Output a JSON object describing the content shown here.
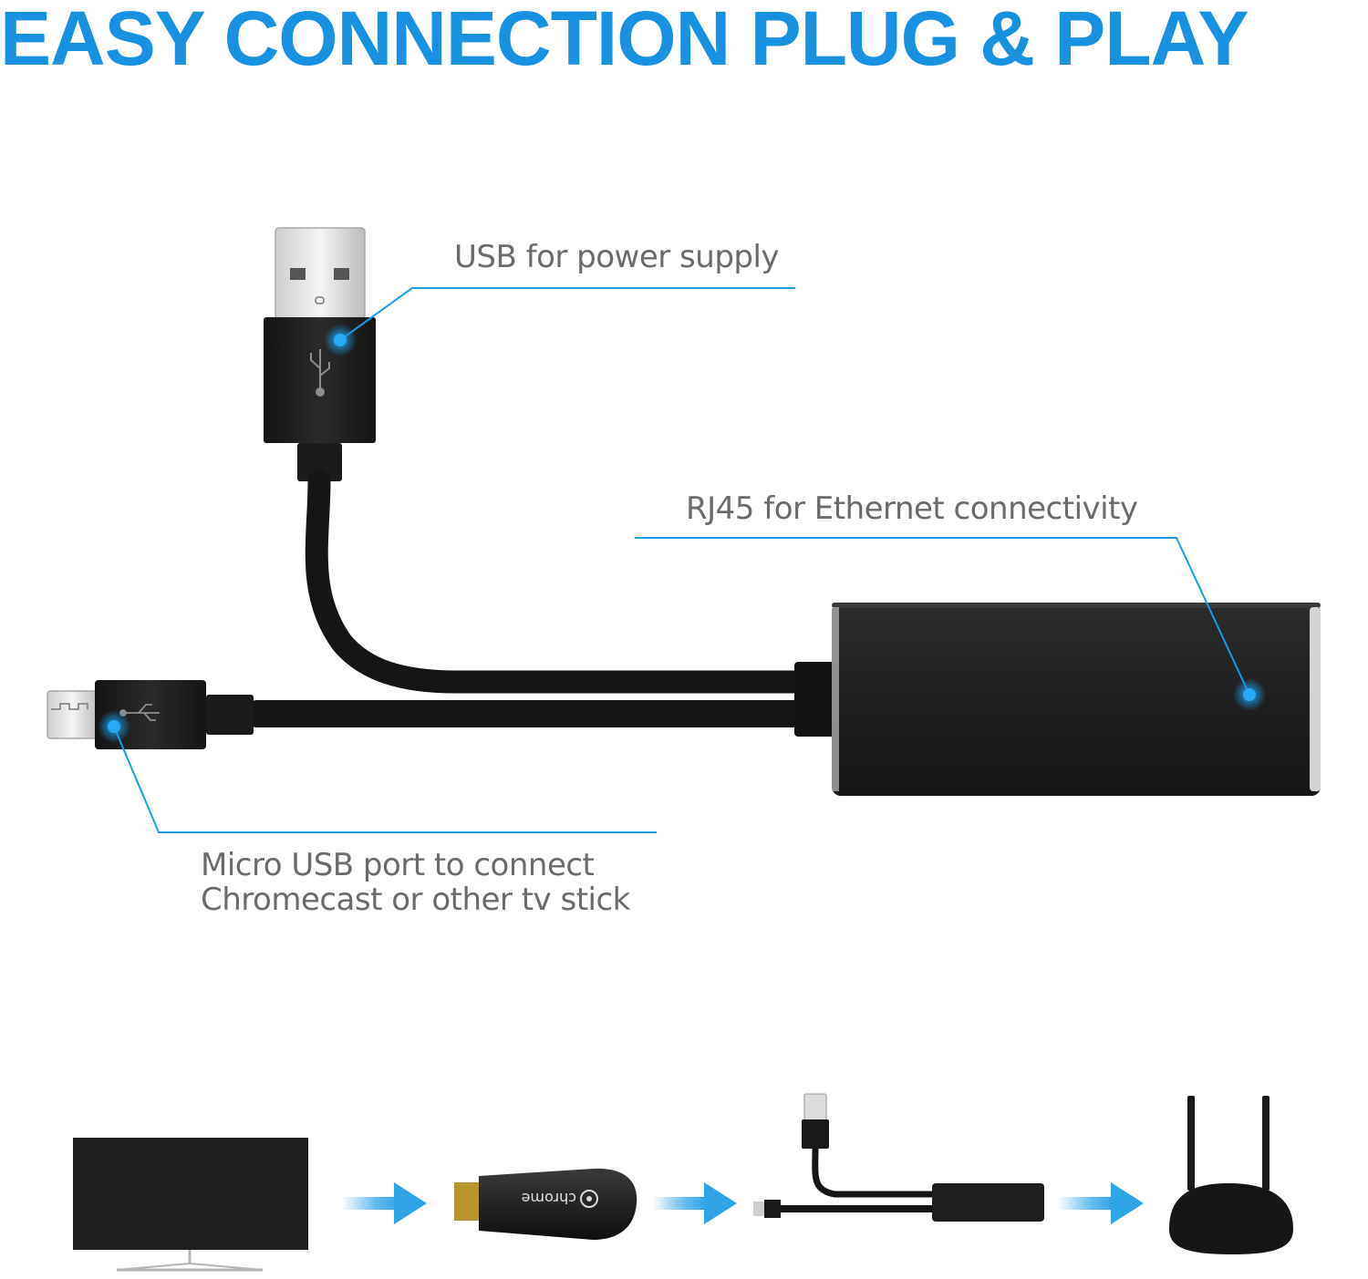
{
  "headline": "EASY CONNECTION PLUG & PLAY",
  "callouts": {
    "usb_power": "USB for power supply",
    "rj45": "RJ45 for Ethernet connectivity",
    "micro_usb_line1": "Micro USB port to connect",
    "micro_usb_line2": "Chromecast or other tv stick"
  },
  "flow": {
    "steps": [
      "tv-icon",
      "chromecast-icon",
      "adapter-icon",
      "router-icon"
    ],
    "chromecast_brand": "chrome"
  },
  "colors": {
    "accent": "#1791e0",
    "callout_line": "#1a9be6",
    "device_black": "#1c1c1c",
    "label_gray": "#6b6b6b",
    "arrow_blue": "#2ea3e6"
  }
}
